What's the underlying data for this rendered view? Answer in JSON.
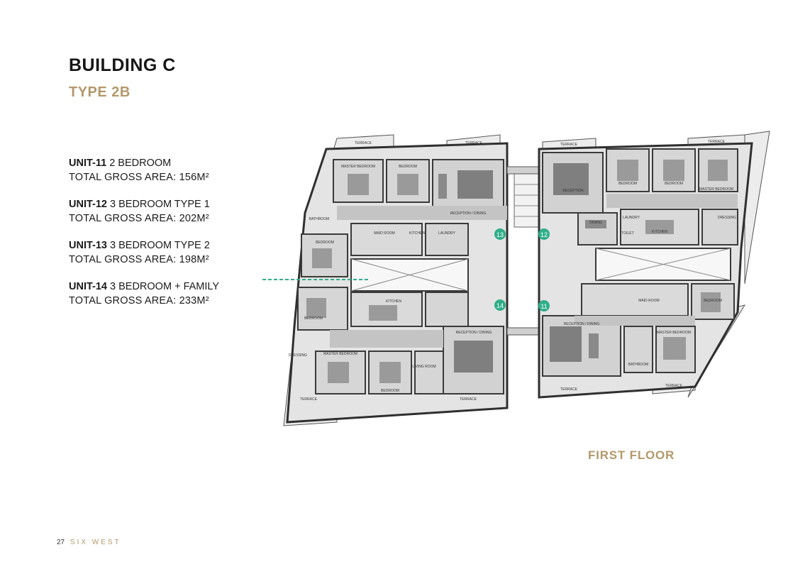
{
  "header": {
    "title": "BUILDING C",
    "subtitle": "TYPE 2B"
  },
  "units": [
    {
      "code": "UNIT-11",
      "desc": " 2  BEDROOM",
      "area": "TOTAL GROSS AREA: 156M²"
    },
    {
      "code": "UNIT-12",
      "desc": " 3 BEDROOM TYPE 1",
      "area": "TOTAL GROSS AREA: 202M²"
    },
    {
      "code": "UNIT-13",
      "desc": " 3 BEDROOM TYPE 2",
      "area": "TOTAL GROSS AREA: 198M²"
    },
    {
      "code": "UNIT-14",
      "desc": " 3 BEDROOM + FAMILY",
      "area": "TOTAL GROSS AREA: 233M²"
    }
  ],
  "floor_label": "FIRST FLOOR",
  "footer": {
    "page": "27",
    "brand": "SIX WEST"
  },
  "plan": {
    "unit_markers": [
      "13",
      "12",
      "14",
      "11"
    ],
    "rooms": {
      "terrace": "TERRACE",
      "master_bedroom": "MASTER BEDROOM",
      "bedroom": "BEDROOM",
      "reception_dining": "RECEPTION / DINING",
      "reception": "RECEPTION",
      "dining": "DINING",
      "kitchen": "KITCHEN",
      "laundry": "LAUNDRY",
      "maid_room": "MAID ROOM",
      "bathroom": "BATHROOM",
      "toilet": "TOILET",
      "dressing": "DRESSING",
      "living_room": "LIVING ROOM"
    }
  },
  "colors": {
    "accent": "#b4986a",
    "marker": "#2fae8a",
    "wall": "#3a3a3a",
    "floor": "#dcdcdc",
    "corridor": "#c8c8c8",
    "furniture": "#8a8a8a"
  }
}
